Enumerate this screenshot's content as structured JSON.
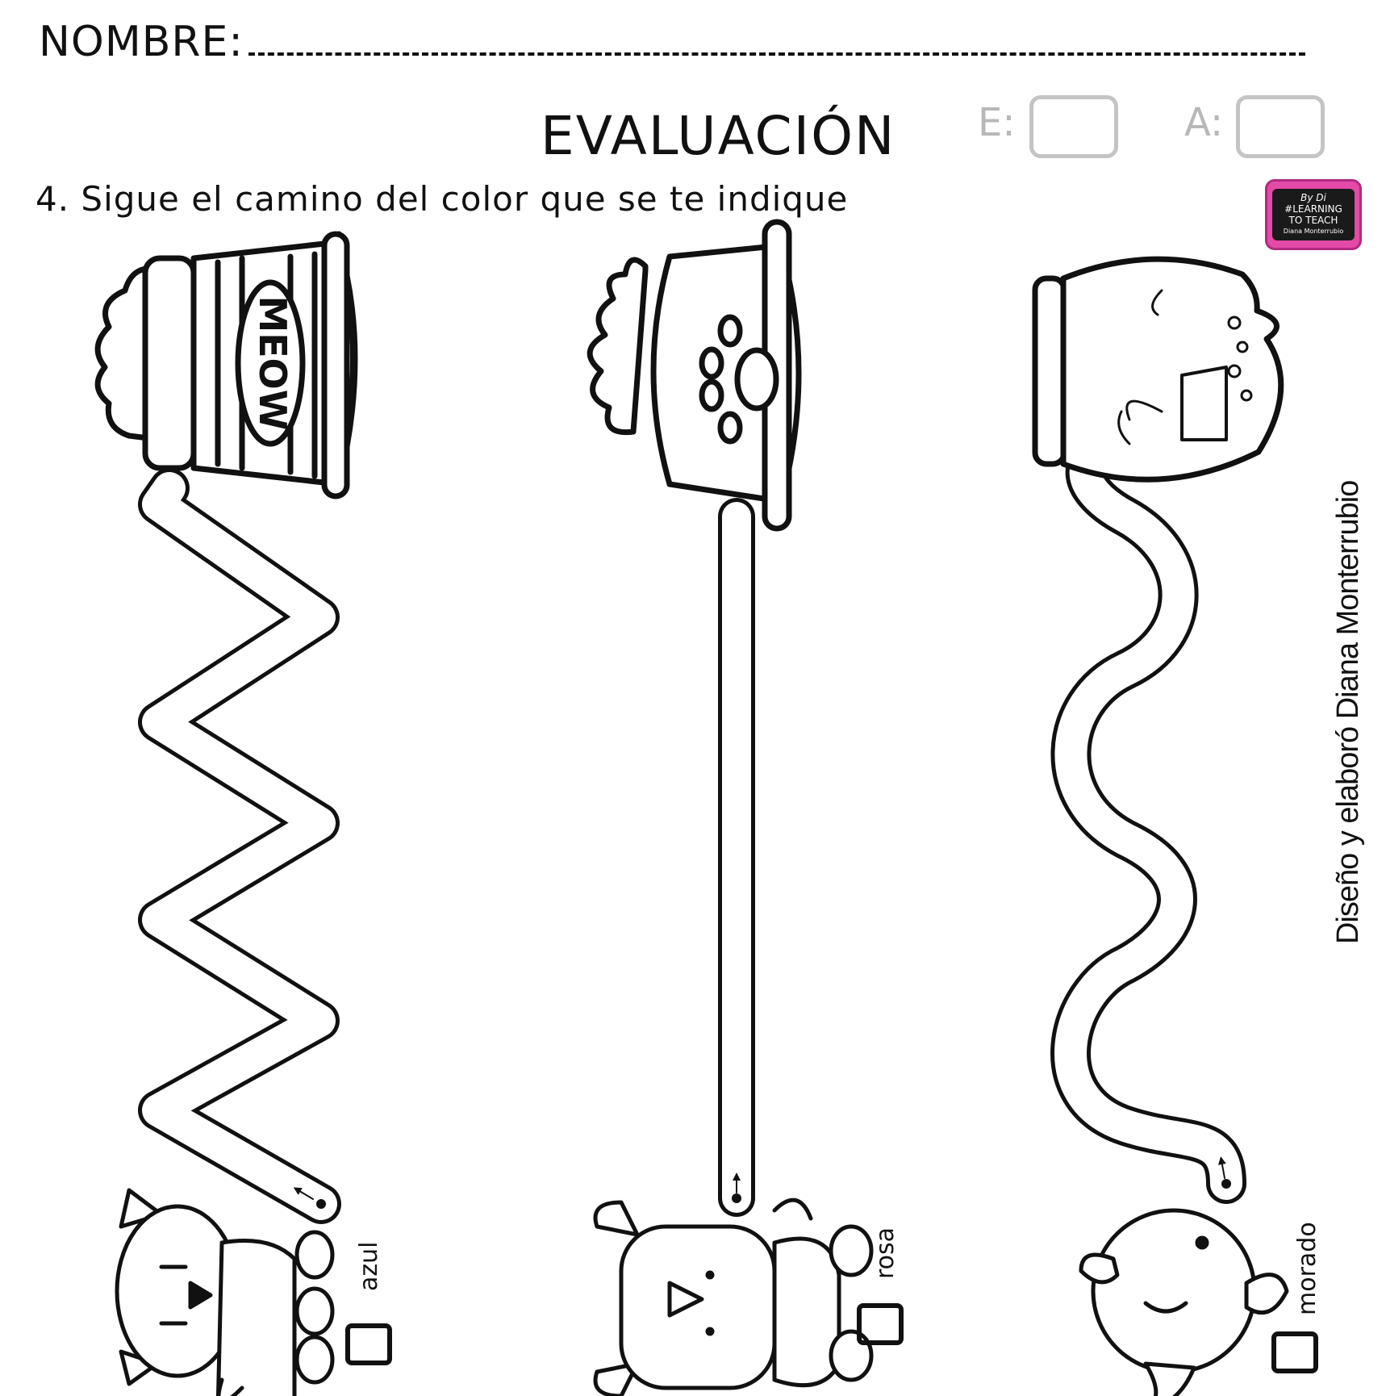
{
  "header": {
    "name_label": "NOMBRE:",
    "title": "EVALUACIÓN",
    "score_e_label": "E:",
    "score_a_label": "A:",
    "instruction": "4. Sigue el camino del color que se te indique"
  },
  "logo": {
    "line1": "By Di",
    "line2": "#LEARNING",
    "line3": "TO TEACH",
    "line4": "Diana Monterrubio"
  },
  "credit": "Diseño y elaboró Diana Monterrubio",
  "paths": [
    {
      "start": "cat",
      "end": "cat-food-jar",
      "jar_text": "MEOW",
      "color_word": "azul",
      "shape": "zigzag"
    },
    {
      "start": "dog",
      "end": "dog-food-bowl",
      "color_word": "rosa",
      "shape": "straight"
    },
    {
      "start": "fish",
      "end": "fish-bowl",
      "color_word": "morado",
      "shape": "wavy"
    }
  ],
  "colors": {
    "ink": "#111111",
    "box_gray": "#c4c4c4",
    "logo_pink": "#e44aa8"
  }
}
